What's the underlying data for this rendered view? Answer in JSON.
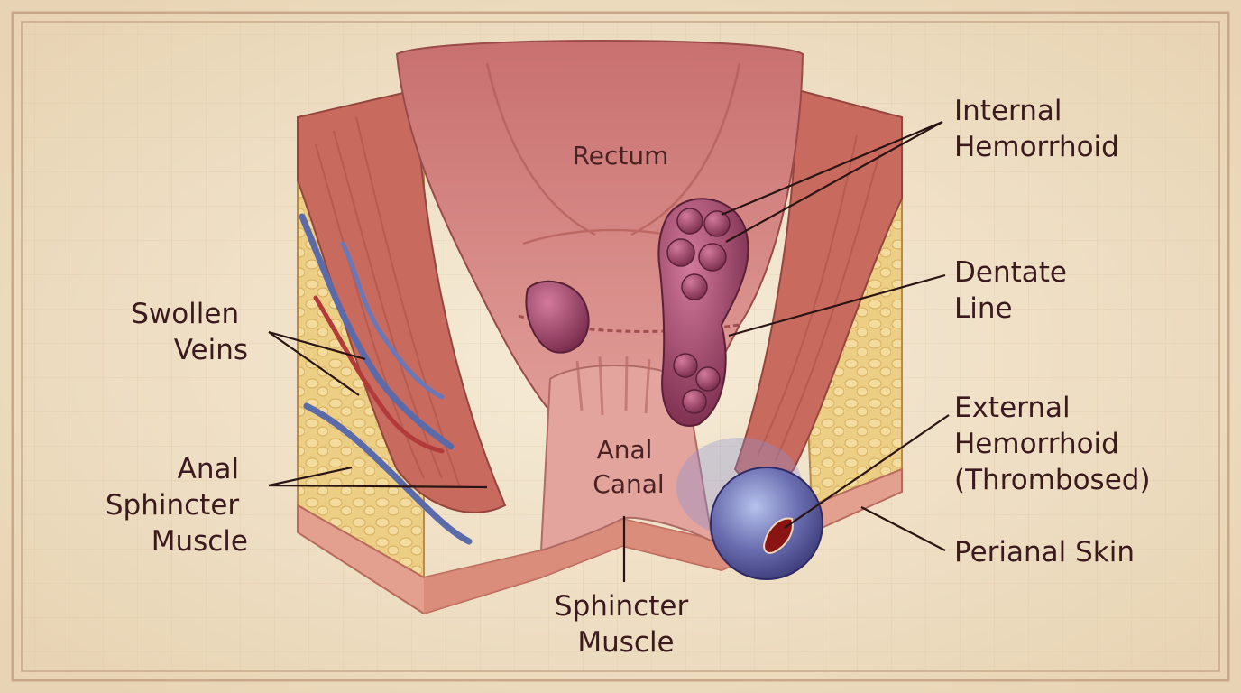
{
  "labels": {
    "rectum": "Rectum",
    "internal_hemorrhoid": [
      "Internal",
      "Hemorrhoid"
    ],
    "dentate_line": [
      "Dentate",
      "Line"
    ],
    "external_hemorrhoid": [
      "External",
      "Hemorrhoid",
      "(Thrombosed)"
    ],
    "perianal_skin": "Perianal Skin",
    "swollen_veins": [
      "Swollen",
      "Veins"
    ],
    "anal_sphincter_muscle": [
      "Anal",
      "Sphincter",
      "Muscle"
    ],
    "anal_canal": [
      "Anal",
      "Canal"
    ],
    "sphincter_muscle": [
      "Sphincter",
      "Muscle"
    ]
  },
  "colors": {
    "parchment": "#efe1c6",
    "border": "#c9a78a",
    "fat": "#e9c878",
    "muscle": "#c96a5e",
    "mucosa": "#d98c86",
    "vein": "#5b6aa8",
    "hemorrhoid": "#9a3c5c",
    "thrombus": "#8a1414"
  }
}
